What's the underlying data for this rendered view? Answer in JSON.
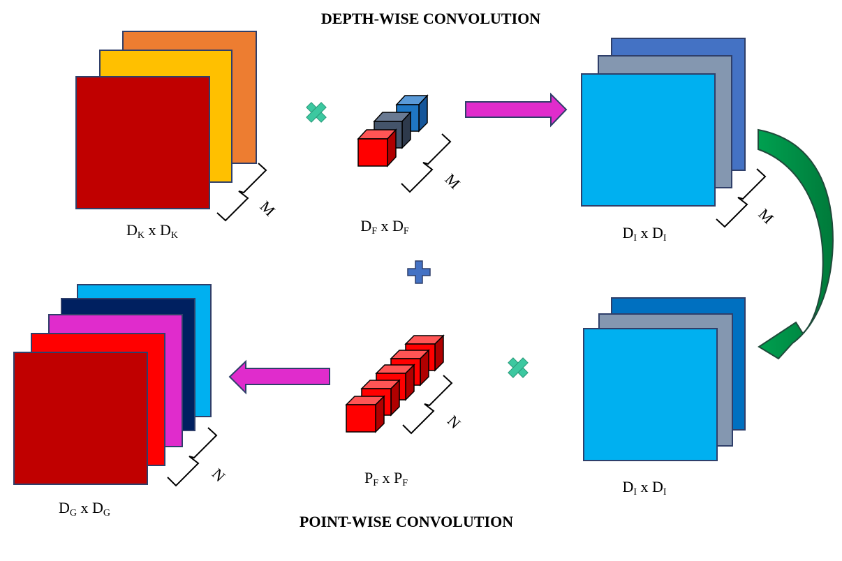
{
  "titles": {
    "depthwise": "DEPTH-WISE CONVOLUTION",
    "pointwise": "POINT-WISE CONVOLUTION"
  },
  "labels": {
    "input": {
      "main": "D",
      "sub": "K",
      "x": " x ",
      "main2": "D",
      "sub2": "K"
    },
    "filter": {
      "main": "D",
      "sub": "F",
      "x": " x ",
      "main2": "D",
      "sub2": "F"
    },
    "inter_top": {
      "main": "D",
      "sub": "I",
      "x": " x ",
      "main2": "D",
      "sub2": "I"
    },
    "inter_bottom": {
      "main": "D",
      "sub": "I",
      "x": " x ",
      "main2": "D",
      "sub2": "I"
    },
    "point": {
      "main": "P",
      "sub": "F",
      "x": " x ",
      "main2": "P",
      "sub2": "F"
    },
    "output": {
      "main": "D",
      "sub": "G",
      "x": " x ",
      "main2": "D",
      "sub2": "G"
    }
  },
  "braces": {
    "input": "M",
    "filter": "M",
    "inter_top": "M",
    "point": "N",
    "output": "N"
  },
  "colors": {
    "input_layers": [
      "#ed7d31",
      "#ffc000",
      "#c00000"
    ],
    "inter_layers": [
      "#4472c4",
      "#8497b0",
      "#00b0f0"
    ],
    "inter_bottom_layers": [
      "#0070c0",
      "#8497b0",
      "#00b0f0"
    ],
    "output_layers": [
      "#00b0f0",
      "#002060",
      "#e02ccc",
      "#ff0000",
      "#c00000"
    ],
    "arrow_magenta": "#e02ccc",
    "arrow_green": "#00a050",
    "multiply": "#3cc8a0",
    "plus": "#4472c4",
    "cube_red": "#ff0000",
    "cube_slate": "#44546a",
    "cube_blue": "#1f77c4"
  },
  "icons": [
    "multiply-icon",
    "plus-icon",
    "arrow-right-icon",
    "arrow-left-icon",
    "curved-arrow-icon"
  ]
}
